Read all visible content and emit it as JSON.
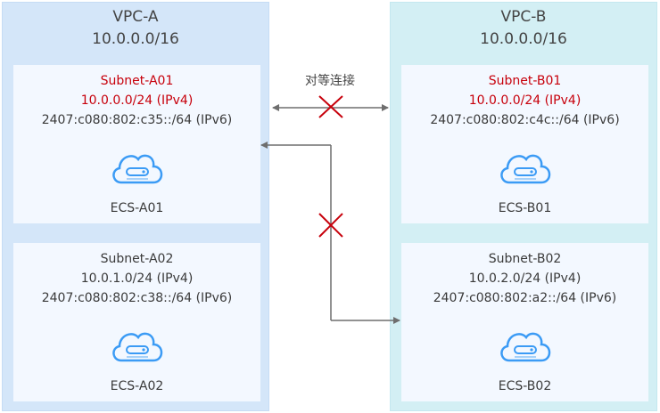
{
  "vpcs": [
    {
      "name": "VPC-A",
      "cidr": "10.0.0.0/16",
      "color": "#d4e6f9",
      "subnets": [
        {
          "name": "Subnet-A01",
          "ipv4": "10.0.0.0/24 (IPv4)",
          "ipv6": "2407:c080:802:c35::/64 (IPv6)",
          "ecs": "ECS-A01",
          "highlight": true
        },
        {
          "name": "Subnet-A02",
          "ipv4": "10.0.1.0/24 (IPv4)",
          "ipv6": "2407:c080:802:c38::/64 (IPv6)",
          "ecs": "ECS-A02",
          "highlight": false
        }
      ]
    },
    {
      "name": "VPC-B",
      "cidr": "10.0.0.0/16",
      "color": "#d3eff4",
      "subnets": [
        {
          "name": "Subnet-B01",
          "ipv4": "10.0.0.0/24 (IPv4)",
          "ipv6": "2407:c080:802:c4c::/64 (IPv6)",
          "ecs": "ECS-B01",
          "highlight": true
        },
        {
          "name": "Subnet-B02",
          "ipv4": "10.0.2.0/24 (IPv4)",
          "ipv6": "2407:c080:802:a2::/64 (IPv6)",
          "ecs": "ECS-B02",
          "highlight": false
        }
      ]
    }
  ],
  "peering": {
    "label": "对等连接",
    "connections": [
      {
        "from": "Subnet-A01",
        "to": "Subnet-B01",
        "type": "bidirectional",
        "status": "blocked"
      },
      {
        "from": "Subnet-B02",
        "to": "Subnet-A01",
        "type": "routed",
        "status": "blocked"
      }
    ]
  },
  "colors": {
    "highlight_text": "#c7000b",
    "arrow": "#6e6e6e",
    "blocked_mark": "#c7000b",
    "icon": "#3b9bf5"
  },
  "icons": {
    "ecs": "cloud-server-icon",
    "blocked": "x-mark-icon"
  }
}
